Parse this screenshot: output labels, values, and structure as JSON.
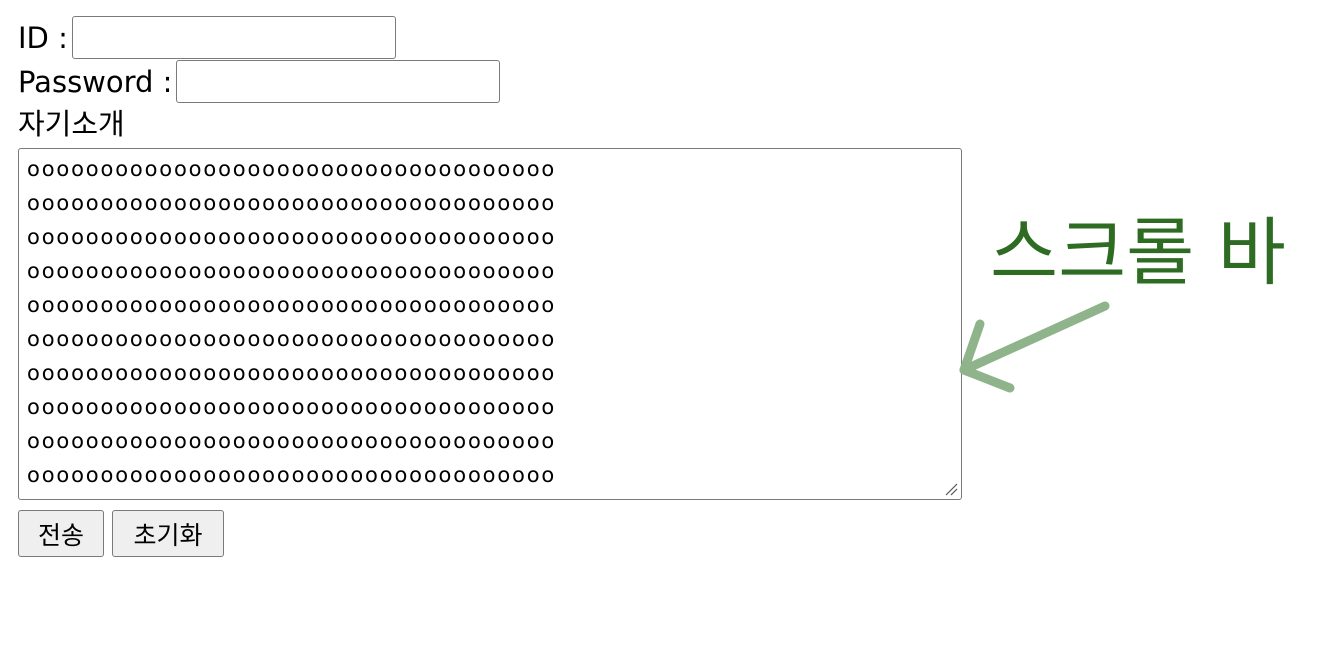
{
  "form": {
    "id_label": "ID :",
    "id_value": "",
    "password_label": "Password :",
    "password_value": "",
    "intro_label": "자기소개",
    "intro_value": "oooooooooooooooooooooooooooooooooooo\noooooooooooooooooooooooooooooooooooo\noooooooooooooooooooooooooooooooooooo\noooooooooooooooooooooooooooooooooooo\noooooooooooooooooooooooooooooooooooo\noooooooooooooooooooooooooooooooooooo\noooooooooooooooooooooooooooooooooooo\noooooooooooooooooooooooooooooooooooo\noooooooooooooooooooooooooooooooooooo\noooooooooooooooooooooooooooooooooooo",
    "submit_label": "전송",
    "reset_label": "초기화"
  },
  "annotation": {
    "label": "스크롤 바",
    "text_color": "#2e6b23",
    "arrow_color": "#8fb38a",
    "arrow_icon": "arrow-left-icon"
  }
}
